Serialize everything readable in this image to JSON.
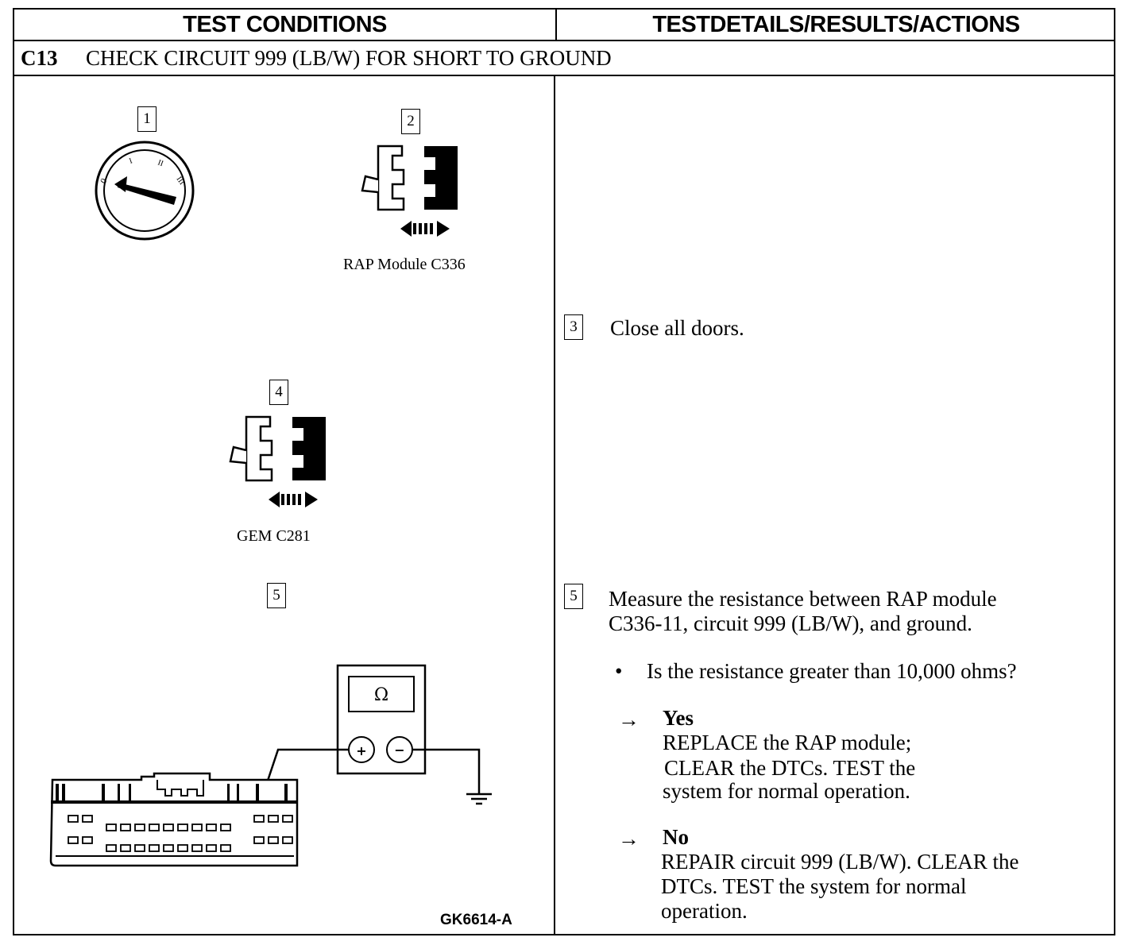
{
  "header": {
    "left": "TEST CONDITIONS",
    "right": "TESTDETAILS/RESULTS/ACTIONS"
  },
  "step": {
    "id": "C13",
    "title": "CHECK CIRCUIT 999 (LB/W) FOR SHORT TO GROUND"
  },
  "figure": {
    "labels": {
      "n1": "1",
      "n2": "2",
      "n4": "4",
      "n5": "5"
    },
    "rap_caption": "RAP Module C336",
    "gem_caption": "GEM C281",
    "meter_symbol": "Ω",
    "plus": "+",
    "minus": "−",
    "key_positions": [
      "0",
      "I",
      "II",
      "III"
    ],
    "figure_id": "GK6614-A"
  },
  "details": {
    "step3": {
      "num": "3",
      "text": "Close all doors."
    },
    "step5": {
      "num": "5",
      "line1": "Measure the resistance between RAP module",
      "line2": "C336-11, circuit 999 (LB/W), and ground.",
      "bullet": "•",
      "question": "Is the resistance greater than 10,000 ohms?"
    },
    "yes": {
      "arrow": "→",
      "label": "Yes",
      "line1": "REPLACE the RAP module;",
      "line2": "CLEAR the DTCs. TEST the",
      "line3": "system for normal operation."
    },
    "no": {
      "arrow": "→",
      "label": "No",
      "line1": "REPAIR circuit 999 (LB/W). CLEAR the",
      "line2": "DTCs. TEST the system for normal",
      "line3": "operation."
    }
  }
}
